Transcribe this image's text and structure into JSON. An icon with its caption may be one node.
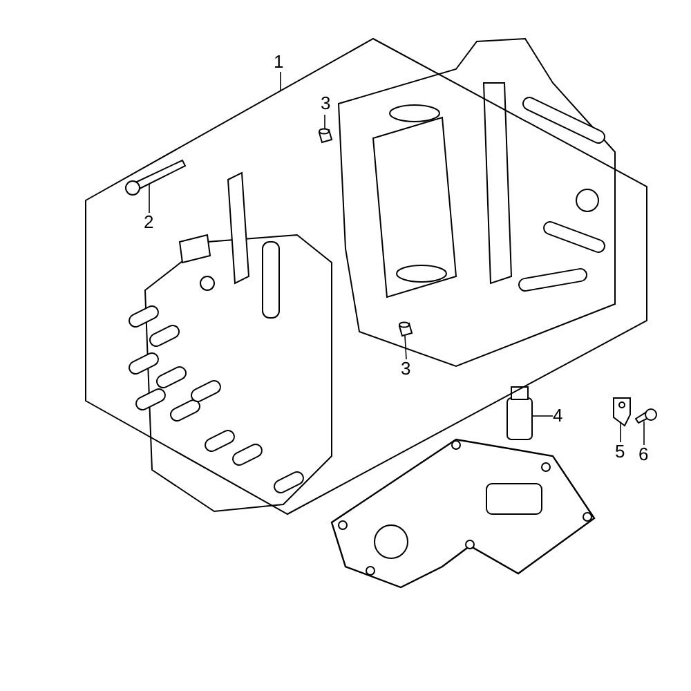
{
  "diagram": {
    "nodes": [
      {
        "text": [
          "1"
        ]
      },
      {
        "text": [],
        "shape": "box"
      },
      {
        "text": [
          "2"
        ],
        "in": 1
      },
      {
        "text": [],
        "shape": "picture",
        "in": 1
      },
      {
        "text": [
          "3"
        ],
        "in": 1
      },
      {
        "text": [],
        "shape": "picture",
        "in": 1
      },
      {
        "text": [
          "3"
        ],
        "in": 1
      },
      {
        "text": [],
        "shape": "picture",
        "in": 1
      },
      {
        "text": [
          "4"
        ]
      },
      {
        "text": [],
        "shape": "picture"
      },
      {
        "text": [
          "5"
        ]
      },
      {
        "text": [],
        "shape": "picture"
      },
      {
        "text": [
          "6"
        ]
      },
      {
        "text": [],
        "shape": "picture"
      }
    ],
    "edges": [
      {
        "from": 0,
        "to": 1,
        "arrow": "none"
      },
      {
        "from": 2,
        "to": 3,
        "arrow": "none"
      },
      {
        "from": 4,
        "to": 5,
        "arrow": "none"
      },
      {
        "from": 6,
        "to": 7,
        "arrow": "none"
      },
      {
        "from": 8,
        "to": 9,
        "arrow": "none"
      },
      {
        "from": 10,
        "to": 11,
        "arrow": "none"
      },
      {
        "from": 12,
        "to": 13,
        "arrow": "none"
      }
    ]
  }
}
